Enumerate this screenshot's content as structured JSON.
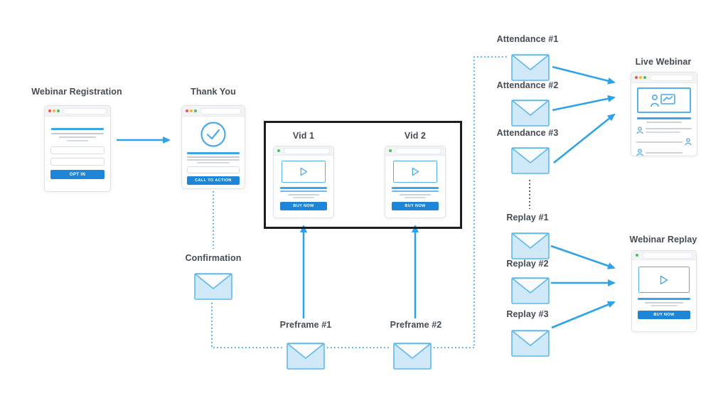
{
  "title": "Webinar funnel diagram",
  "colors": {
    "accent_blue": "#2fa3e9",
    "envelope_fill": "#cfe9f8",
    "envelope_border": "#5fb7ec",
    "button_blue": "#1e86d8",
    "box_border": "#1e1e1e",
    "label_text": "#454c54"
  },
  "icons": {
    "envelope": "mail-envelope",
    "play": "play-triangle",
    "check": "checkmark-circle",
    "presenter": "presenter-with-chart",
    "person": "attendee-person",
    "browser_dots": "traffic-lights"
  },
  "nodes": {
    "webinar_registration": {
      "label": "Webinar Registration",
      "button": "OPT IN"
    },
    "thank_you": {
      "label": "Thank You",
      "button": "CALL TO ACTION"
    },
    "confirmation": {
      "label": "Confirmation"
    },
    "vid_1": {
      "label": "Vid 1",
      "button": "BUY NOW"
    },
    "vid_2": {
      "label": "Vid 2",
      "button": "BUY NOW"
    },
    "preframe_1": {
      "label": "Preframe #1"
    },
    "preframe_2": {
      "label": "Preframe #2"
    },
    "live_webinar": {
      "label": "Live Webinar"
    },
    "webinar_replay": {
      "label": "Webinar Replay",
      "button": "BUY NOW"
    },
    "attendance_emails": [
      "Attendance #1",
      "Attendance #2",
      "Attendance #3"
    ],
    "replay_emails": [
      "Replay #1",
      "Replay #2",
      "Replay #3"
    ]
  }
}
